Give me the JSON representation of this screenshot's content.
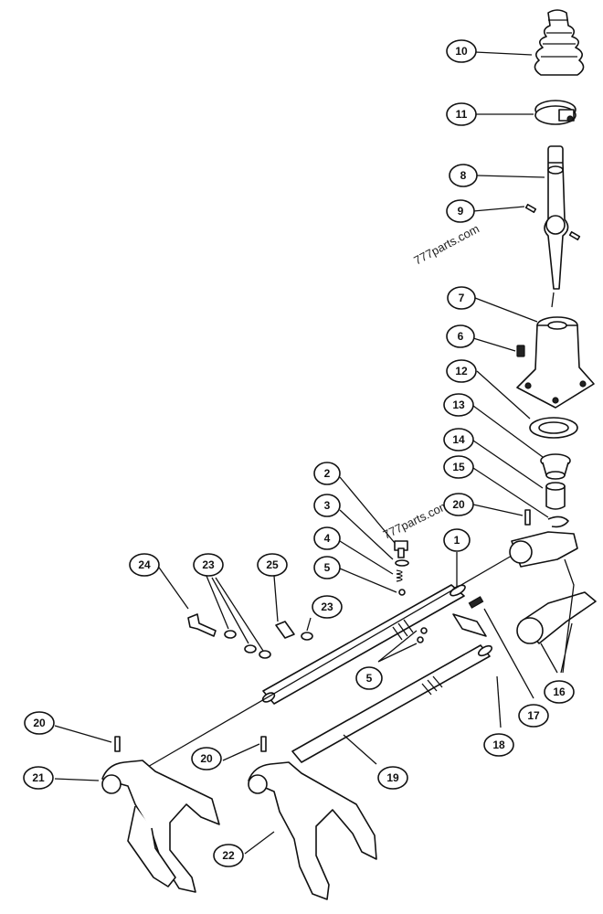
{
  "watermarks": [
    "777parts.com",
    "777parts.com"
  ],
  "callouts": [
    {
      "id": "c10",
      "label": "10"
    },
    {
      "id": "c11",
      "label": "11"
    },
    {
      "id": "c8",
      "label": "8"
    },
    {
      "id": "c9",
      "label": "9"
    },
    {
      "id": "c7",
      "label": "7"
    },
    {
      "id": "c6",
      "label": "6"
    },
    {
      "id": "c12",
      "label": "12"
    },
    {
      "id": "c13",
      "label": "13"
    },
    {
      "id": "c14",
      "label": "14"
    },
    {
      "id": "c15",
      "label": "15"
    },
    {
      "id": "c20a",
      "label": "20"
    },
    {
      "id": "c2",
      "label": "2"
    },
    {
      "id": "c3",
      "label": "3"
    },
    {
      "id": "c4",
      "label": "4"
    },
    {
      "id": "c5a",
      "label": "5"
    },
    {
      "id": "c1",
      "label": "1"
    },
    {
      "id": "c24",
      "label": "24"
    },
    {
      "id": "c23a",
      "label": "23"
    },
    {
      "id": "c25",
      "label": "25"
    },
    {
      "id": "c23b",
      "label": "23"
    },
    {
      "id": "c5b",
      "label": "5"
    },
    {
      "id": "c16",
      "label": "16"
    },
    {
      "id": "c17",
      "label": "17"
    },
    {
      "id": "c18",
      "label": "18"
    },
    {
      "id": "c19",
      "label": "19"
    },
    {
      "id": "c20b",
      "label": "20"
    },
    {
      "id": "c20c",
      "label": "20"
    },
    {
      "id": "c21",
      "label": "21"
    },
    {
      "id": "c22",
      "label": "22"
    }
  ]
}
